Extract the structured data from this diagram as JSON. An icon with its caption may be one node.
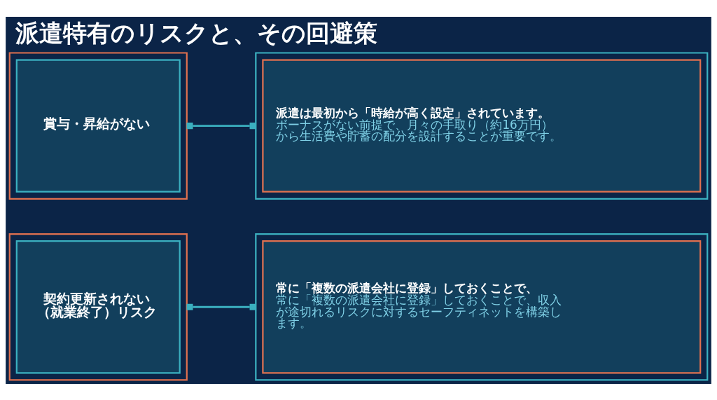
{
  "diagram": {
    "title": "派遣特有のリスクと、その回避策",
    "nodes": [
      {
        "text": [
          "賞与・昇給がない"
        ]
      },
      {
        "text": [
          "派遣は最初から「時給が高く設定」されています。",
          "ボーナスがない前提で、月々の手取り（約16万円）から生活費や貯蓄の配分を設計することが重要です。"
        ]
      },
      {
        "text": [
          "契約更新されない（就業終了）リスク"
        ]
      },
      {
        "text": [
          "常に「複数の派遣会社に登録」しておくことで、",
          "常に「複数の派遣会社に登録」しておくことで、収入が途切れるリスクに対するセーフティネットを構築します。"
        ]
      }
    ],
    "edges": [
      {
        "from": 0,
        "to": 1,
        "arrow": "other"
      },
      {
        "from": 2,
        "to": 3,
        "arrow": "other"
      }
    ]
  }
}
